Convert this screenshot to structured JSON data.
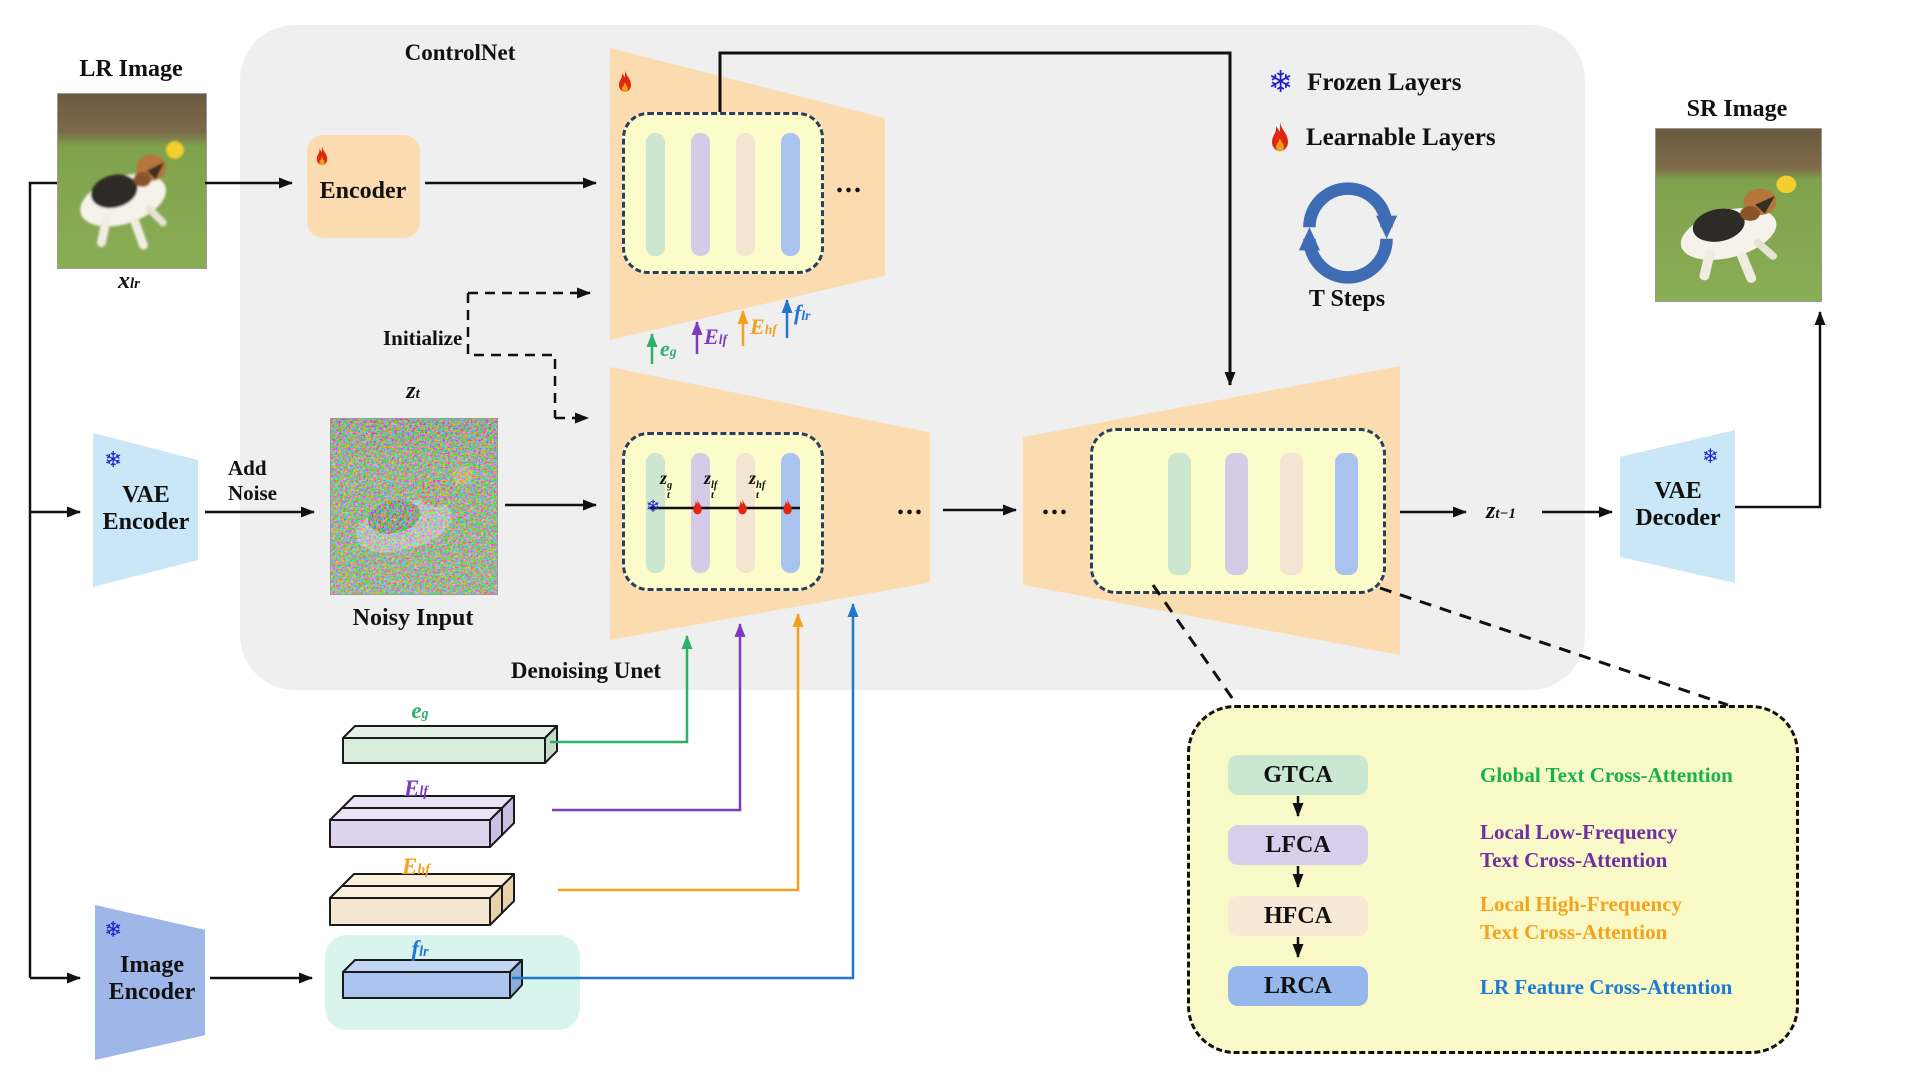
{
  "palette": {
    "panel_gray": "#efefef",
    "trapezoid_orange": "#fbdcb0",
    "layer_yellow": "#fcfccb",
    "dash_navy": "#2c3e5c",
    "bar_green": "#cde6d0",
    "bar_purple": "#d6cbe7",
    "bar_tan": "#f3e5d1",
    "bar_blue": "#a9c3ee",
    "vae_blue": "#c9e7f6",
    "image_encoder_blue": "#9fb6e9",
    "flr_cyan": "#d9f4ec",
    "accent_green": "#2eb06a",
    "accent_purple": "#7d3cc0",
    "accent_orange": "#f3a01e",
    "accent_blue": "#2176cf",
    "legend_green": "#16b24a",
    "legend_purple": "#7030a0",
    "legend_orange": "#f5a31a",
    "legend_blue": "#1e7ad4",
    "fire_red": "#e02810",
    "snowflake_blue": "#2121cc"
  },
  "labels": {
    "controlnet": "ControlNet",
    "denoising_unet": "Denoising Unet",
    "initialize": "Initialize",
    "encoder": "Encoder",
    "add_noise_1": "Add",
    "add_noise_2": "Noise",
    "vae_encoder_1": "VAE",
    "vae_encoder_2": "Encoder",
    "vae_decoder_1": "VAE",
    "vae_decoder_2": "Decoder",
    "image_encoder_1": "Image",
    "image_encoder_2": "Encoder",
    "lr_image_title": "LR Image",
    "sr_image_title": "SR Image",
    "noisy_input_title": "Noisy Input",
    "dots": "..."
  },
  "legend": {
    "frozen": "Frozen Layers",
    "learnable": "Learnable Layers",
    "t_steps": "T Steps"
  },
  "math": {
    "x_lr": {
      "base": "x",
      "sub": "lr"
    },
    "z_t": {
      "base": "z",
      "sub": "t"
    },
    "z_prev": {
      "base": "z",
      "sub": "t−1"
    },
    "z_g": {
      "base": "z",
      "sup": "g",
      "sub": "t"
    },
    "z_lf": {
      "base": "z",
      "sup": "lf",
      "sub": "t"
    },
    "z_hf": {
      "base": "z",
      "sup": "hf",
      "sub": "t"
    },
    "e_g": {
      "base": "e",
      "sub": "g"
    },
    "E_lf": {
      "base": "E",
      "sub": "lf"
    },
    "E_hf": {
      "base": "E",
      "sub": "hf"
    },
    "f_lr": {
      "base": "f",
      "sub": "lr"
    }
  },
  "attention_modules": [
    {
      "abbr": "GTCA",
      "lines": [
        "Global Text Cross-Attention"
      ]
    },
    {
      "abbr": "LFCA",
      "lines": [
        "Local Low-Frequency",
        "Text Cross-Attention"
      ]
    },
    {
      "abbr": "HFCA",
      "lines": [
        "Local High-Frequency",
        "Text Cross-Attention"
      ]
    },
    {
      "abbr": "LRCA",
      "lines": [
        "LR Feature Cross-Attention"
      ]
    }
  ]
}
